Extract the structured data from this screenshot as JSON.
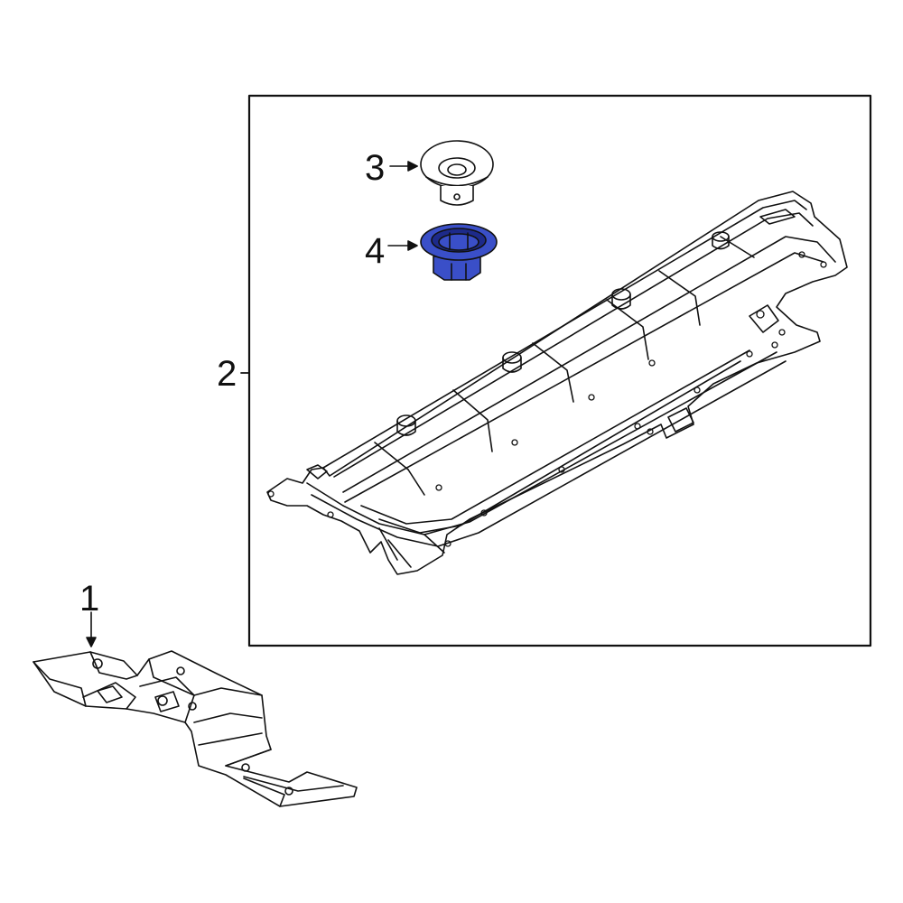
{
  "callouts": {
    "part1": "1",
    "part2": "2",
    "part3": "3",
    "part4": "4"
  },
  "colors": {
    "line": "#111111",
    "highlight": "#3a4fc8",
    "highlight_dark": "#1d2a8a",
    "background": "#ffffff"
  },
  "parts": [
    {
      "callout": "1",
      "icon": "heat-shield-bracket"
    },
    {
      "callout": "2",
      "icon": "underbody-cover-panel"
    },
    {
      "callout": "3",
      "icon": "push-clip"
    },
    {
      "callout": "4",
      "icon": "retainer-nut",
      "highlighted": true
    }
  ]
}
